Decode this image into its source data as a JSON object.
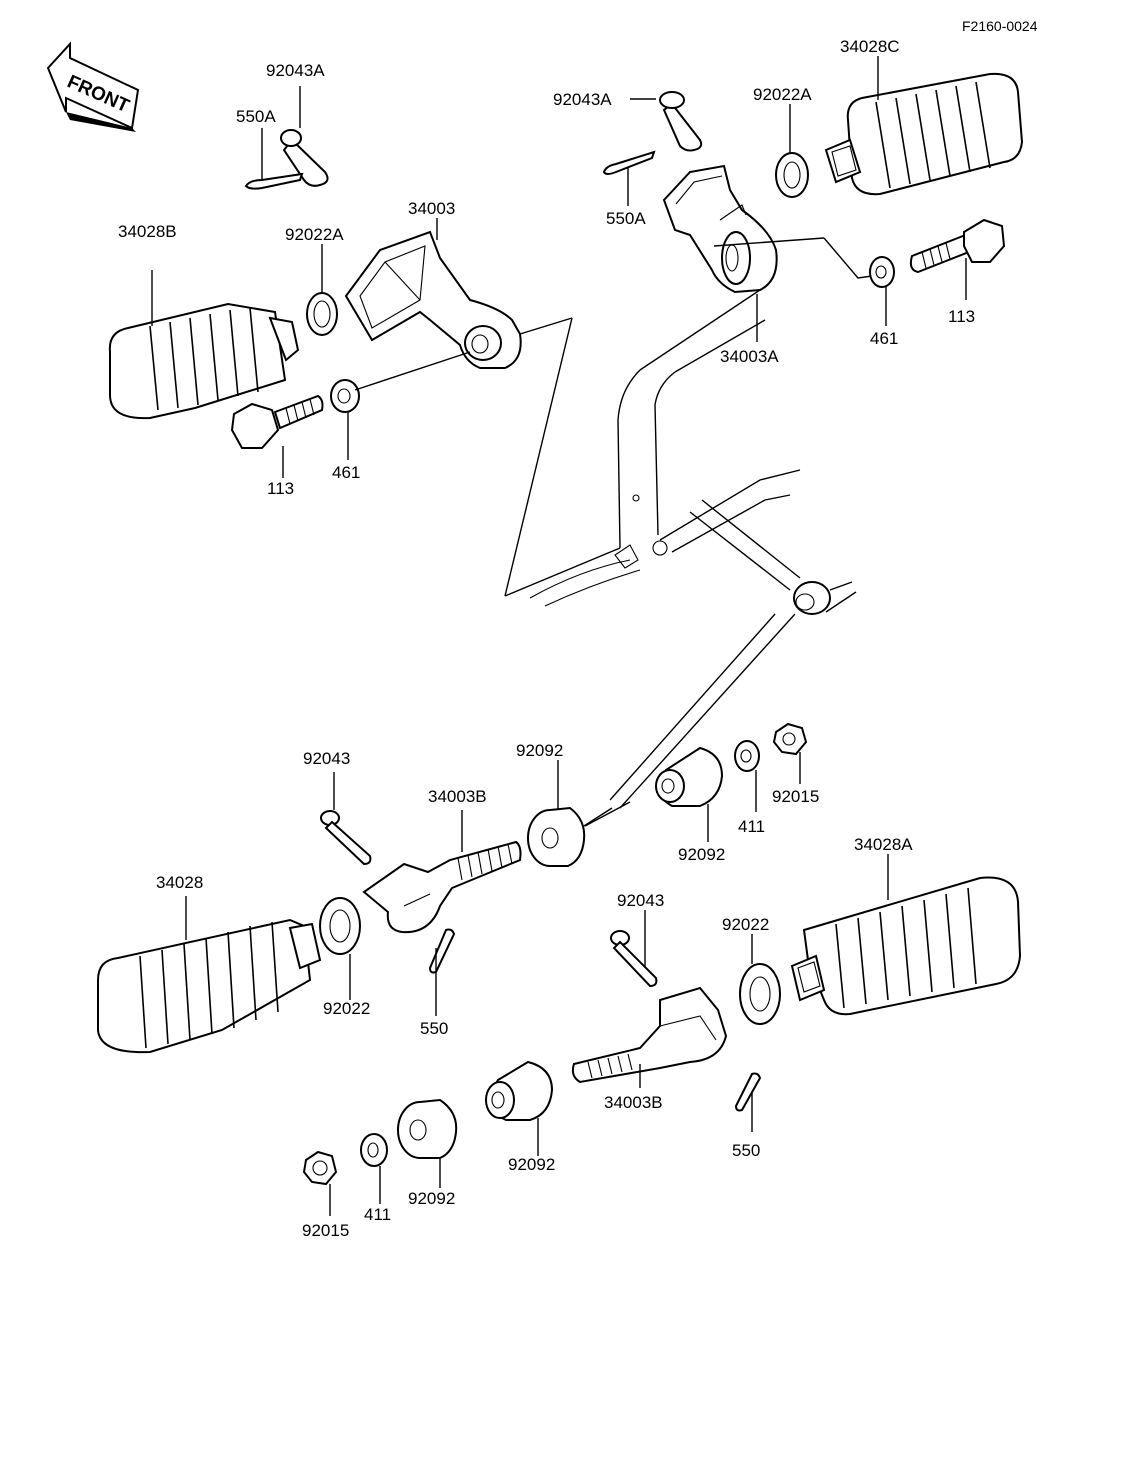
{
  "diagram_code": "F2160-0024",
  "direction_label": "FRONT",
  "labels": {
    "p92043A_top_left": "92043A",
    "p550A_left": "550A",
    "p34003": "34003",
    "p92022A_left": "92022A",
    "p34028B": "34028B",
    "p113_left": "113",
    "p461_left": "461",
    "p92043A_top_right": "92043A",
    "p92022A_right": "92022A",
    "p34028C": "34028C",
    "p550A_right": "550A",
    "p34003A": "34003A",
    "p461_right": "461",
    "p113_right": "113",
    "p92043_left": "92043",
    "p34003B_upper": "34003B",
    "p92092_upper": "92092",
    "p92092_collar_right": "92092",
    "p411_upper": "411",
    "p92015_upper": "92015",
    "p34028": "34028",
    "p92022_left": "92022",
    "p550_left": "550",
    "p92043_right": "92043",
    "p92022_right": "92022",
    "p34028A": "34028A",
    "p34003B_lower": "34003B",
    "p550_right": "550",
    "p92092_lower_collar": "92092",
    "p92092_lower_bush": "92092",
    "p411_lower": "411",
    "p92015_lower": "92015"
  }
}
